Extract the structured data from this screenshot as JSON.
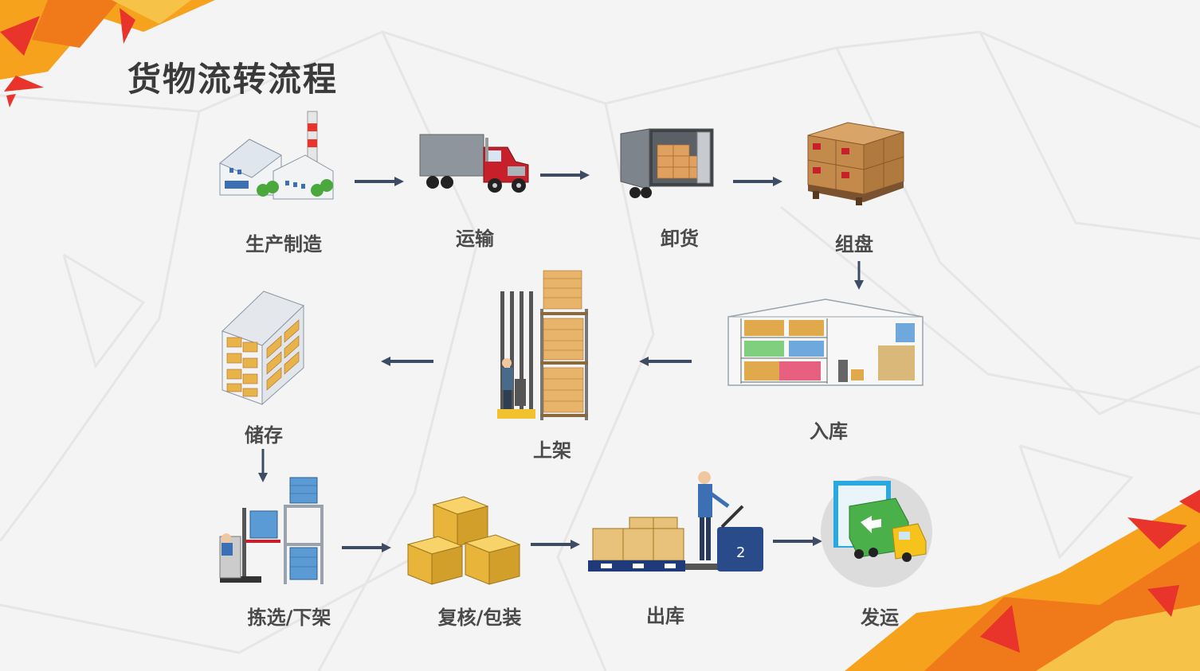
{
  "title": "货物流转流程",
  "steps": [
    {
      "id": "production",
      "label": "生产制造"
    },
    {
      "id": "transport",
      "label": "运输"
    },
    {
      "id": "unloading",
      "label": "卸货"
    },
    {
      "id": "palletizing",
      "label": "组盘"
    },
    {
      "id": "inbound",
      "label": "入库"
    },
    {
      "id": "shelving",
      "label": "上架"
    },
    {
      "id": "storage",
      "label": "储存"
    },
    {
      "id": "picking",
      "label": "拣选/下架"
    },
    {
      "id": "packing",
      "label": "复核/包装"
    },
    {
      "id": "outbound",
      "label": "出库"
    },
    {
      "id": "shipping",
      "label": "发运"
    }
  ],
  "colors": {
    "arrow": "#3d4b63",
    "accent_orange": "#f07a1a",
    "accent_red": "#e8342a",
    "accent_yellow": "#f6b21c"
  }
}
